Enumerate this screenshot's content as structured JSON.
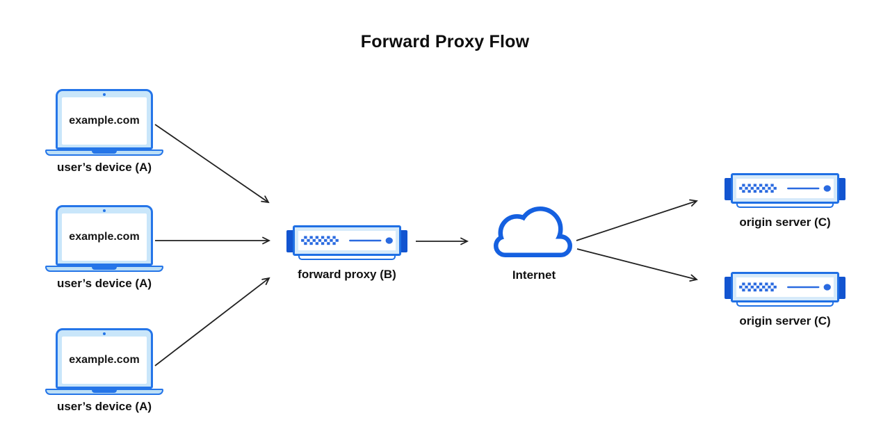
{
  "title": "Forward Proxy Flow",
  "devices": [
    {
      "icon": "laptop-icon",
      "screen_text": "example.com",
      "label": "user’s device (A)"
    },
    {
      "icon": "laptop-icon",
      "screen_text": "example.com",
      "label": "user’s device (A)"
    },
    {
      "icon": "laptop-icon",
      "screen_text": "example.com",
      "label": "user’s device (A)"
    }
  ],
  "proxy": {
    "icon": "server-icon",
    "label": "forward proxy (B)"
  },
  "internet": {
    "icon": "cloud-icon",
    "label": "Internet"
  },
  "origin_servers": [
    {
      "icon": "server-icon",
      "label": "origin server (C)"
    },
    {
      "icon": "server-icon",
      "label": "origin server (C)"
    }
  ],
  "flows": [
    {
      "from": "user-device-1",
      "to": "forward-proxy"
    },
    {
      "from": "user-device-2",
      "to": "forward-proxy"
    },
    {
      "from": "user-device-3",
      "to": "forward-proxy"
    },
    {
      "from": "forward-proxy",
      "to": "internet"
    },
    {
      "from": "internet",
      "to": "origin-server-1"
    },
    {
      "from": "internet",
      "to": "origin-server-2"
    }
  ],
  "colors": {
    "border_blue": "#1f6fe4",
    "laptop_blue": "#2575e8",
    "dark_blue": "#1254d0",
    "light_blue": "#c9e6fa",
    "accent_blue": "#2a6ae0",
    "cloud_blue": "#1560e0",
    "arrow": "#212121",
    "text": "#111111",
    "background": "#ffffff"
  }
}
